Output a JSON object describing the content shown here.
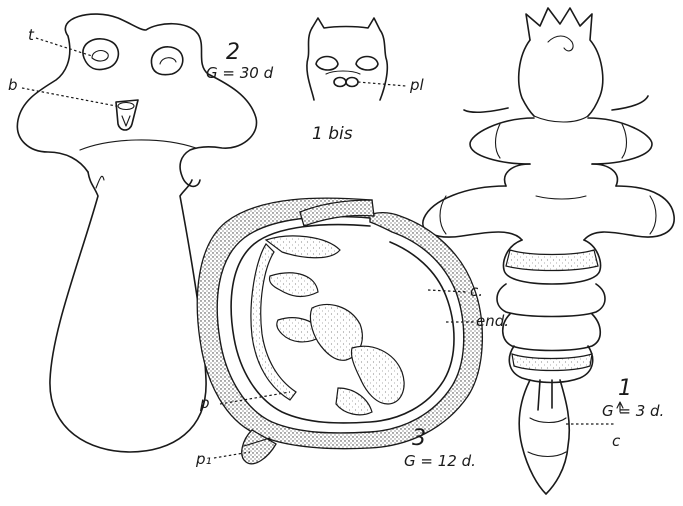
{
  "figure": {
    "fig2": {
      "number": "2",
      "stage": "G = 30 d",
      "label_t": "t",
      "label_b": "b"
    },
    "fig1bis": {
      "number": "1 bis",
      "label_pl": "pl"
    },
    "fig1": {
      "number": "1",
      "stage": "G = 3 d.",
      "label_c": "c"
    },
    "fig3": {
      "number": "3",
      "stage": "G = 12 d.",
      "label_c": "c.",
      "label_end": "end.",
      "label_p": "p",
      "label_p1": "p₁"
    }
  }
}
